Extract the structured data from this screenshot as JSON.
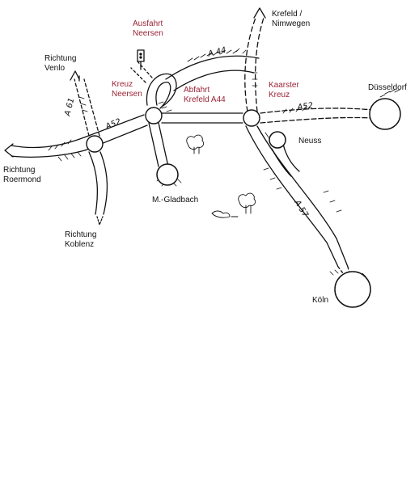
{
  "colors": {
    "ink": "#111111",
    "highlight": "#9b2335",
    "background": "#ffffff"
  },
  "roads": {
    "a44": "A 44",
    "a52_west": "A52",
    "a52_east": "A52",
    "a61": "A 61",
    "a57": "A 57"
  },
  "places": {
    "venlo": [
      "Richtung",
      "Venlo"
    ],
    "roermond": [
      "Richtung",
      "Roermond"
    ],
    "koblenz": [
      "Richtung",
      "Koblenz"
    ],
    "gladbach": [
      "M.-Gladbach"
    ],
    "krefeld": [
      "Krefeld /",
      "Nimwegen"
    ],
    "duesseldorf": [
      "Düsseldorf"
    ],
    "neuss": [
      "Neuss"
    ],
    "koeln": [
      "Köln"
    ]
  },
  "highlights": {
    "ausfahrt": [
      "Ausfahrt",
      "Neersen"
    ],
    "kreuz_neersen": [
      "Kreuz",
      "Neersen"
    ],
    "abfahrt": [
      "Abfahrt",
      "Krefeld A44"
    ],
    "kaarster": [
      "Kaarster",
      "Kreuz"
    ]
  }
}
